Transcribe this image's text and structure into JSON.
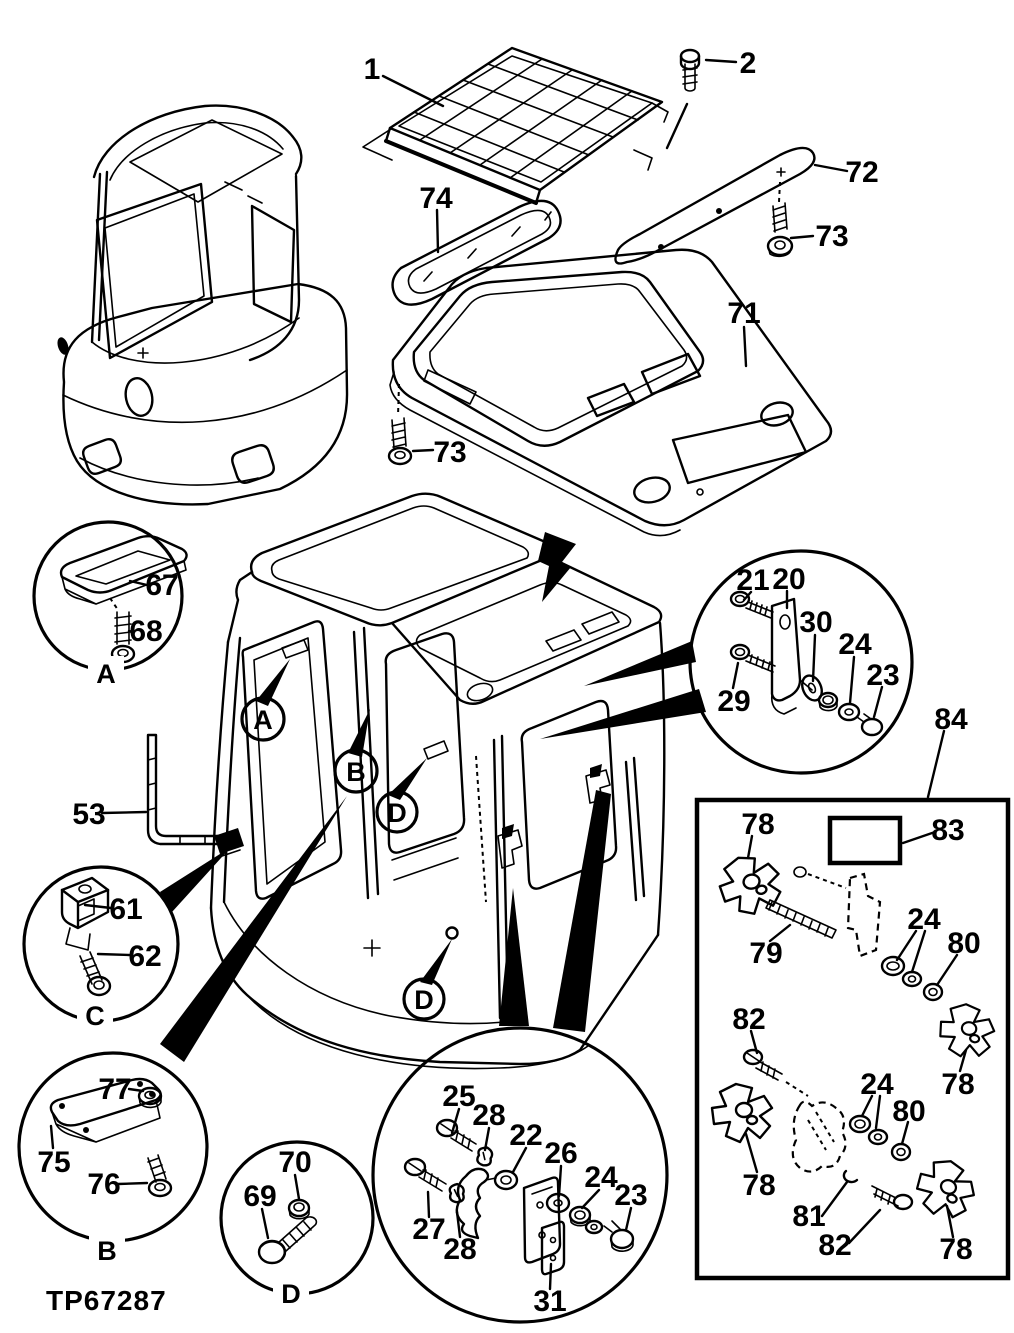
{
  "document": {
    "code": "TP67287"
  },
  "colors": {
    "ink": "#000000",
    "paper": "#ffffff"
  },
  "callouts": {
    "mesh_guard": "1",
    "mesh_bolt": "2",
    "roof_seal": "74",
    "rear_strip": "72",
    "strip_screw": "73",
    "headliner": "71",
    "headliner_screw": "73",
    "speaker_panel": "67",
    "speaker_screw": "68",
    "bolt_21": "21",
    "bracket_20": "20",
    "washer_30": "30",
    "washer_24_a": "24",
    "nut_23_a": "23",
    "bolt_29": "29",
    "hardware_box": "84",
    "handrail_rod": "53",
    "striker_61": "61",
    "screw_62": "62",
    "nut_77": "77",
    "cover_plate_75": "75",
    "bolt_76": "76",
    "nut_70": "70",
    "bolt_69": "69",
    "screw_25": "25",
    "clip_28_a": "28",
    "latch_22": "22",
    "washer_26": "26",
    "washer_24_b": "24",
    "bolt_23_b": "23",
    "screw_27": "27",
    "clip_28_b": "28",
    "plate_31": "31",
    "wing_knob_78_a": "78",
    "decal_83": "83",
    "stud_79": "79",
    "washer_24_c": "24",
    "washer_80_a": "80",
    "screw_82_a": "82",
    "wing_knob_78_b": "78",
    "washer_24_d": "24",
    "washer_80_b": "80",
    "wing_knob_78_c": "78",
    "clip_81": "81",
    "screw_82_b": "82",
    "wing_knob_78_d": "78"
  },
  "detail_letters": {
    "detail_a": "A",
    "detail_b": "B",
    "detail_c": "C",
    "detail_d": "D",
    "cab_ref_a": "A",
    "cab_ref_b": "B",
    "cab_ref_d1": "D",
    "cab_ref_d2": "D"
  }
}
